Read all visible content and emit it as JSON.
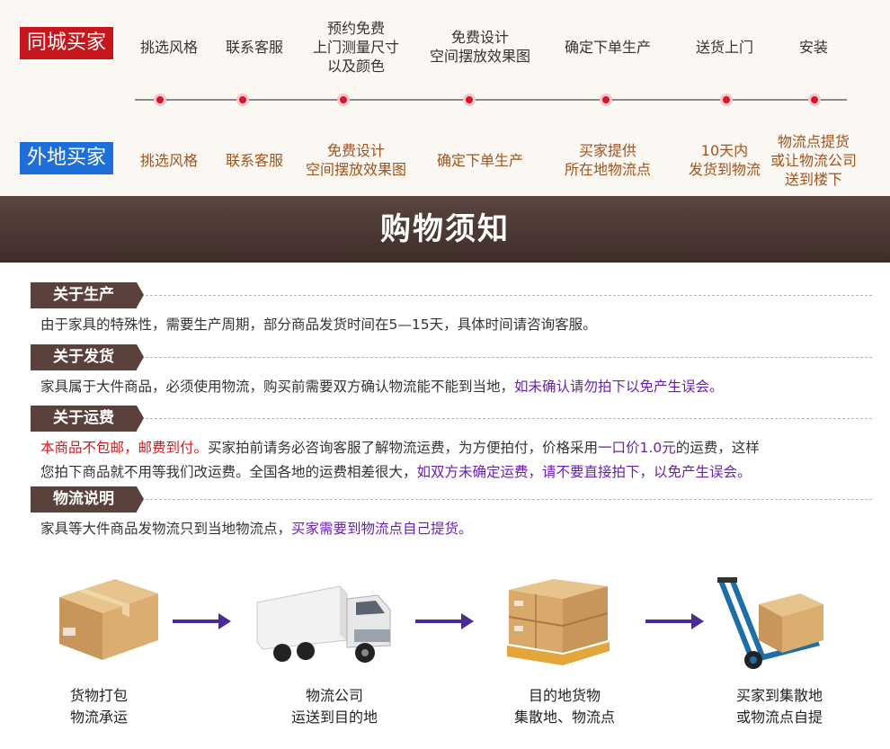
{
  "local": {
    "tag": "同城买家",
    "steps": [
      [
        "挑选风格"
      ],
      [
        "联系客服"
      ],
      [
        "预约免费",
        "上门测量尺寸",
        "以及颜色"
      ],
      [
        "免费设计",
        "空间摆放效果图"
      ],
      [
        "确定下单生产"
      ],
      [
        "送货上门"
      ],
      [
        "安装"
      ]
    ]
  },
  "remote": {
    "tag": "外地买家",
    "steps": [
      [
        "挑选风格"
      ],
      [
        "联系客服"
      ],
      [
        "免费设计",
        "空间摆放效果图"
      ],
      [
        "确定下单生产"
      ],
      [
        "买家提供",
        "所在地物流点"
      ],
      [
        "10天内",
        "发货到物流"
      ],
      [
        "物流点提货",
        "或让物流公司",
        "送到楼下"
      ]
    ]
  },
  "banner_title": "购物须知",
  "sections": [
    {
      "label": "关于生产",
      "lines": [
        [
          {
            "t": "由于家具的特殊性，需要生产周期，部分商品发货时间在5—15天，具体时间请咨询客服。",
            "c": ""
          }
        ]
      ]
    },
    {
      "label": "关于发货",
      "lines": [
        [
          {
            "t": "家具属于大件商品，必须使用物流，购买前需要双方确认物流能不能到当地，",
            "c": ""
          },
          {
            "t": "如未确认请勿拍下以免产生误会。",
            "c": "purple"
          }
        ]
      ]
    },
    {
      "label": "关于运费",
      "lines": [
        [
          {
            "t": "本商品不包邮，邮费到付。",
            "c": "red"
          },
          {
            "t": "买家拍前请务必咨询客服了解物流运费，为方便拍付，价格采用",
            "c": ""
          },
          {
            "t": "一口价1.0元",
            "c": "purple"
          },
          {
            "t": "的运费，这样",
            "c": ""
          }
        ],
        [
          {
            "t": "您拍下商品就不用等我们改运费。全国各地的运费相差很大，",
            "c": ""
          },
          {
            "t": "如双方未确定运费，请不要直接拍下，以免产生误会。",
            "c": "purple"
          }
        ]
      ]
    },
    {
      "label": "物流说明",
      "lines": [
        [
          {
            "t": "家具等大件商品发物流只到当地物流点，",
            "c": ""
          },
          {
            "t": "买家需要到物流点自己提货。",
            "c": "purple"
          }
        ]
      ]
    }
  ],
  "logistics": [
    {
      "icon": "cardboard-box-icon",
      "caption": [
        "货物打包",
        "物流承运"
      ]
    },
    {
      "icon": "truck-icon",
      "caption": [
        "物流公司",
        "运送到目的地"
      ]
    },
    {
      "icon": "pallet-boxes-icon",
      "caption": [
        "目的地货物",
        "集散地、物流点"
      ]
    },
    {
      "icon": "hand-truck-icon",
      "caption": [
        "买家到集散地",
        "或物流点自提"
      ]
    }
  ],
  "colors": {
    "local_tag": "#c8161d",
    "remote_tag": "#1e6fd9",
    "banner": "#4a3631",
    "accent_red": "#d5161c",
    "accent_purple": "#6a1fb3"
  }
}
